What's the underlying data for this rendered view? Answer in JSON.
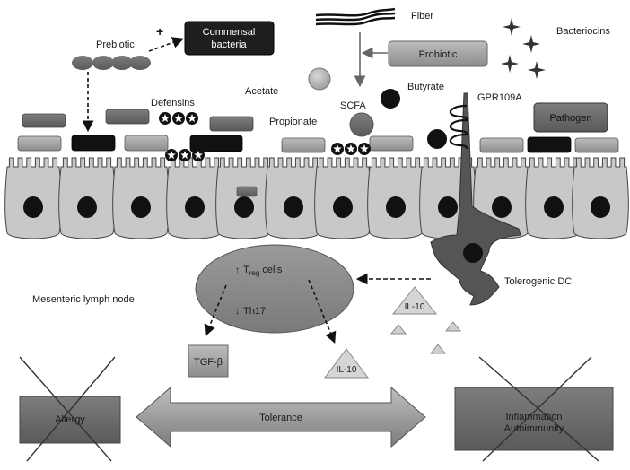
{
  "labels": {
    "prebiotic": "Prebiotic",
    "plus": "+",
    "commensal_line1": "Commensal",
    "commensal_line2": "bacteria",
    "fiber": "Fiber",
    "probiotic": "Probiotic",
    "bacteriocins": "Bacteriocins",
    "acetate": "Acetate",
    "scfa": "SCFA",
    "butyrate": "Butyrate",
    "gpr109a": "GPR109A",
    "defensins": "Defensins",
    "propionate": "Propionate",
    "pathogen": "Pathogen",
    "treg_main": "T",
    "treg_sub": "reg",
    "treg_rest": " cells",
    "th17": "Th17",
    "mesenteric": "Mesenteric lymph node",
    "tolerogenic_dc": "Tolerogenic DC",
    "il10_right": "IL-10",
    "il10_center": "IL-10",
    "tgfb": "TGF-β",
    "allergy": "Allergy",
    "tolerance": "Tolerance",
    "inflammation": "Inflammation",
    "autoimmunity": "Autoimmunity"
  },
  "colors": {
    "cell_fill": "#c8c8c8",
    "nucleus": "#111111",
    "dark_box": "#1e1e1e",
    "mid_box": "#6e6e6e",
    "light_box": "#a9a9a9",
    "ellipse": "#8a8a8a",
    "dc": "#555555"
  }
}
